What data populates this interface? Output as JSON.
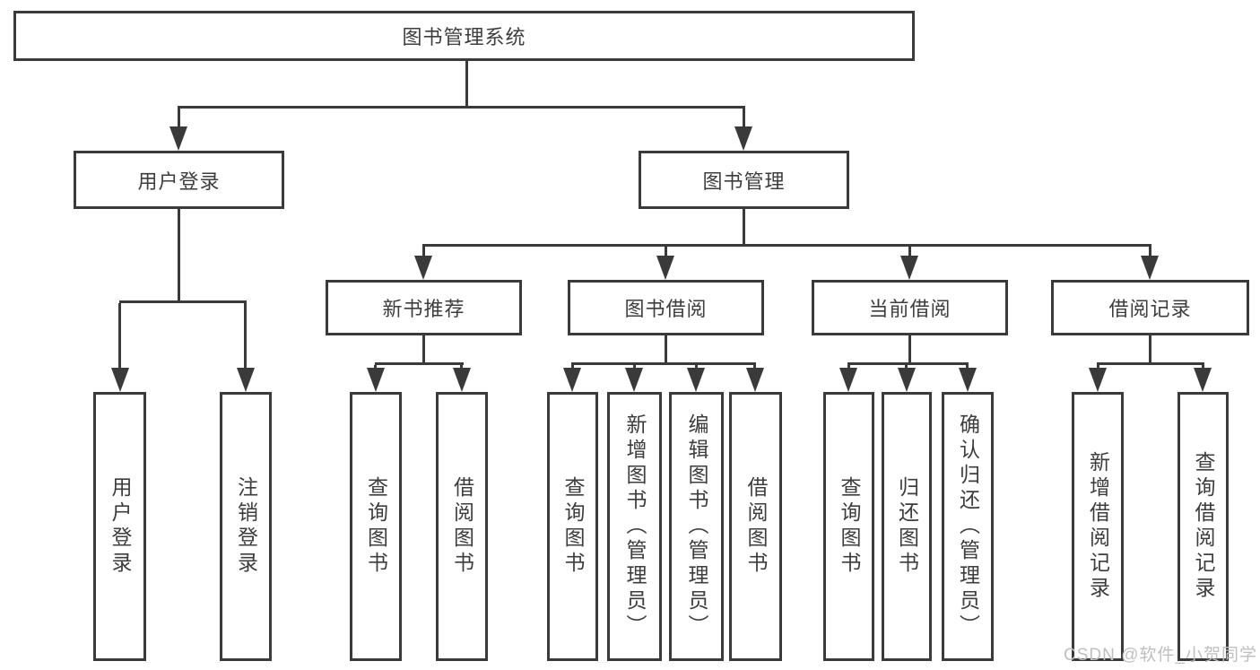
{
  "diagram": {
    "type": "hierarchy",
    "colors": {
      "line": "#3a3a3a",
      "text": "#3d3d3d",
      "watermark": "#bfbfbf",
      "bg": "#ffffff"
    },
    "watermark": "CSDN @软件_小贺同学",
    "tree": {
      "label": "图书管理系统",
      "children": [
        {
          "label": "用户登录",
          "children": [
            {
              "label": "用户登录"
            },
            {
              "label": "注销登录"
            }
          ]
        },
        {
          "label": "图书管理",
          "children": [
            {
              "label": "新书推荐",
              "children": [
                {
                  "label": "查询图书"
                },
                {
                  "label": "借阅图书"
                }
              ]
            },
            {
              "label": "图书借阅",
              "children": [
                {
                  "label": "查询图书"
                },
                {
                  "label": "新增图书（管理员）"
                },
                {
                  "label": "编辑图书（管理员）"
                },
                {
                  "label": "借阅图书"
                }
              ]
            },
            {
              "label": "当前借阅",
              "children": [
                {
                  "label": "查询图书"
                },
                {
                  "label": "归还图书"
                },
                {
                  "label": "确认归还（管理员）"
                }
              ]
            },
            {
              "label": "借阅记录",
              "children": [
                {
                  "label": "新增借阅记录"
                },
                {
                  "label": "查询借阅记录"
                }
              ]
            }
          ]
        }
      ]
    }
  }
}
